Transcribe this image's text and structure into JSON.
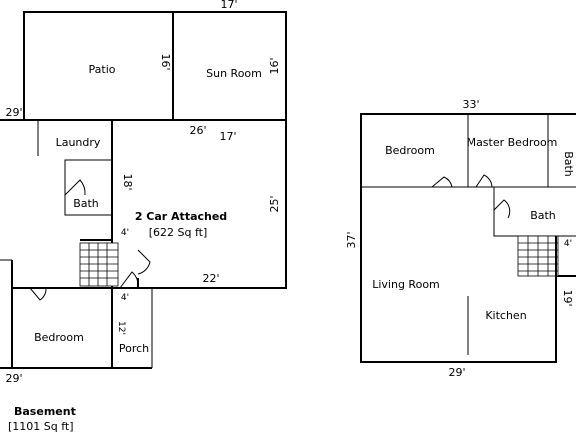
{
  "left_plan": {
    "dimensions": {
      "top": "17'",
      "patio_height": "16'",
      "sunroom_height": "16'",
      "left_width": "29'",
      "bottom_width": "29'",
      "garage_top_a": "26'",
      "garage_top_b": "17'",
      "garage_side": "25'",
      "garage_bottom": "22'",
      "laundry_side": "18'",
      "small_a": "4'",
      "small_b": "4'",
      "porch_side": "12'"
    },
    "rooms": {
      "patio": "Patio",
      "sunroom": "Sun Room",
      "laundry": "Laundry",
      "bath": "Bath",
      "garage": "2 Car Attached",
      "garage_area": "[622 Sq ft]",
      "bedroom": "Bedroom",
      "porch": "Porch"
    },
    "caption_title": "Basement",
    "caption_area": "[1101 Sq ft]"
  },
  "right_plan": {
    "dimensions": {
      "top": "33'",
      "left": "37'",
      "bottom": "29'",
      "side": "19'",
      "small": "4'"
    },
    "rooms": {
      "bedroom": "Bedroom",
      "master_bedroom": "Master Bedroom",
      "bath_a": "Bath",
      "bath_b": "Bath",
      "living_room": "Living Room",
      "kitchen": "Kitchen"
    }
  }
}
